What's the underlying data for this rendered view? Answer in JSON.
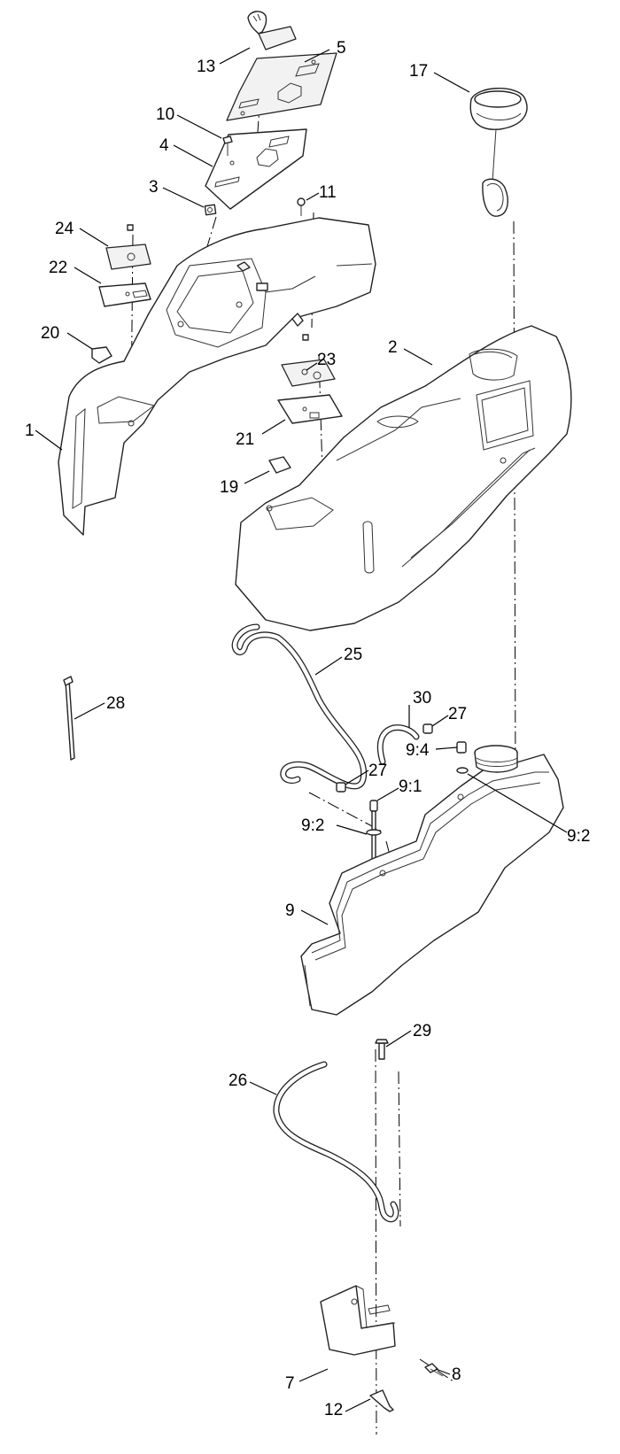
{
  "callouts": {
    "c13": "13",
    "c5": "5",
    "c10": "10",
    "c4": "4",
    "c3": "3",
    "c11": "11",
    "c17": "17",
    "c24": "24",
    "c22": "22",
    "c20": "20",
    "c2": "2",
    "c23": "23",
    "c1": "1",
    "c21": "21",
    "c19": "19",
    "c25": "25",
    "c28": "28",
    "c30": "30",
    "c27a": "27",
    "c9_4": "9:4",
    "c27b": "27",
    "c9_1": "9:1",
    "c9_2a": "9:2",
    "c9_2b": "9:2",
    "c9": "9",
    "c29": "29",
    "c26": "26",
    "c8": "8",
    "c7": "7",
    "c12": "12"
  }
}
